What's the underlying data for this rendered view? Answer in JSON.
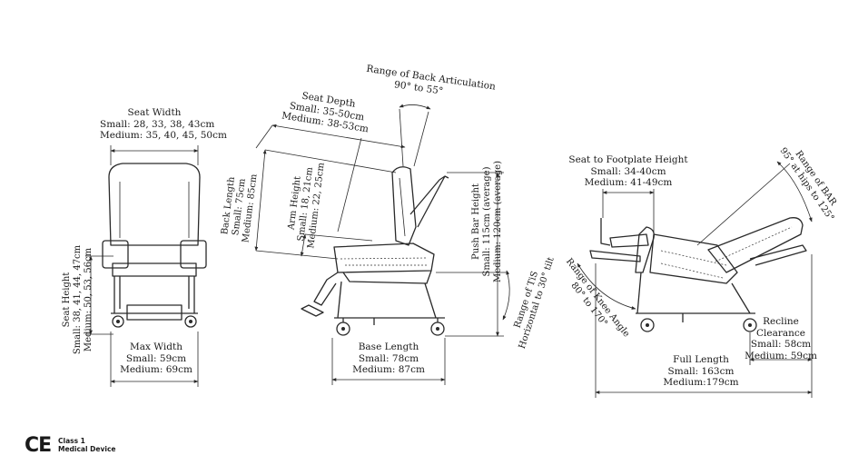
{
  "labels": {
    "seat_width": {
      "title": "Seat Width",
      "small": "Small: 28, 33, 38, 43cm",
      "medium": "Medium: 35, 40, 45, 50cm"
    },
    "seat_height": {
      "title": "Seat Height",
      "small": "Small: 38, 41, 44, 47cm",
      "medium": "Medium: 50, 53, 56cm"
    },
    "max_width": {
      "title": "Max Width",
      "small": "Small: 59cm",
      "medium": "Medium: 69cm"
    },
    "back_articulation": {
      "title": "Range of Back Articulation",
      "value": "90° to 55°"
    },
    "seat_depth": {
      "title": "Seat Depth",
      "small": "Small: 35-50cm",
      "medium": "Medium: 38-53cm"
    },
    "back_length": {
      "title": "Back Length",
      "small": "Small: 75cm",
      "medium": "Medium: 85cm"
    },
    "arm_height": {
      "title": "Arm Height",
      "small": "Small: 18, 21cm",
      "medium": "Medium: 22, 25cm"
    },
    "push_bar_height": {
      "title": "Push Bar Height",
      "small": "Small: 115cm (average)",
      "medium": "Medium: 120cm (average)"
    },
    "tis_range": {
      "title": "Range of TiS",
      "value": "Horizontal to 30° tilt"
    },
    "base_length": {
      "title": "Base Length",
      "small": "Small: 78cm",
      "medium": "Medium: 87cm"
    },
    "seat_to_footplate": {
      "title": "Seat to Footplate Height",
      "small": "Small: 34-40cm",
      "medium": "Medium: 41-49cm"
    },
    "bar_range": {
      "title": "Range of BAR",
      "value": "95° at hips to 125°"
    },
    "knee_angle": {
      "title": "Range of Knee Angle",
      "value": "80° to 170°"
    },
    "recline_clearance": {
      "title": "Recline",
      "title2": "Clearance",
      "small": "Small: 58cm",
      "medium": "Medium: 59cm"
    },
    "full_length": {
      "title": "Full Length",
      "small": "Small: 163cm",
      "medium": "Medium:179cm"
    }
  },
  "certification": {
    "mark": "CE",
    "line1": "Class 1",
    "line2": "Medical Device"
  }
}
